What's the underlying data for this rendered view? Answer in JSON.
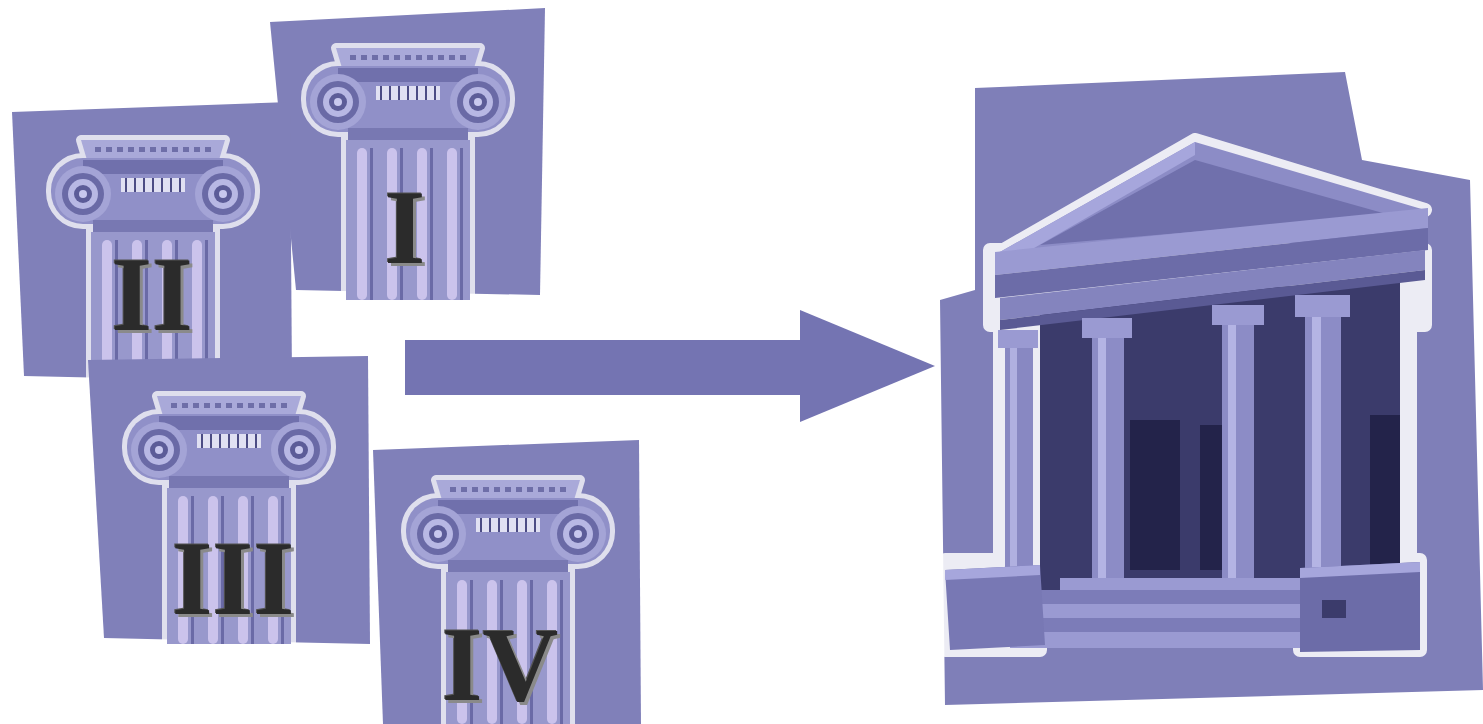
{
  "diagram": {
    "nodes": [
      {
        "text": [
          "I"
        ]
      },
      {
        "text": [
          "II"
        ]
      },
      {
        "text": [
          "III"
        ]
      },
      {
        "text": [
          "IV"
        ]
      }
    ]
  }
}
